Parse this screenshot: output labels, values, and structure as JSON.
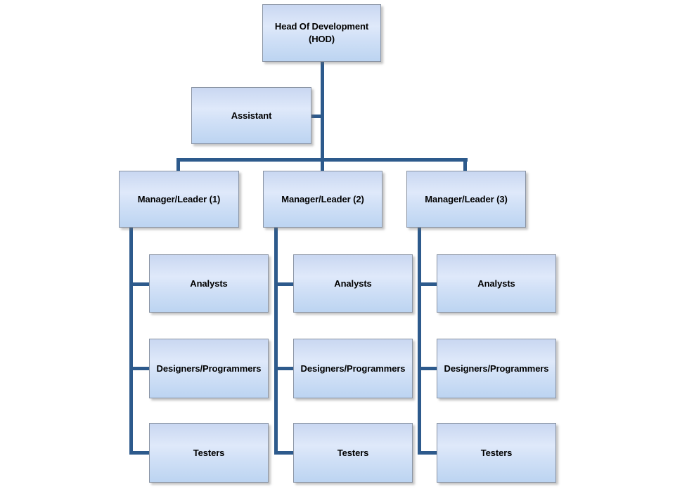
{
  "org_chart": {
    "root": {
      "line1": "Head Of Development",
      "line2": "(HOD)"
    },
    "assistant": {
      "label": "Assistant"
    },
    "columns": [
      {
        "manager": "Manager/Leader (1)",
        "children": [
          "Analysts",
          "Designers/Programmers",
          "Testers"
        ]
      },
      {
        "manager": "Manager/Leader (2)",
        "children": [
          "Analysts",
          "Designers/Programmers",
          "Testers"
        ]
      },
      {
        "manager": "Manager/Leader (3)",
        "children": [
          "Analysts",
          "Designers/Programmers",
          "Testers"
        ]
      }
    ],
    "colors": {
      "connector": "#2d5a8c",
      "node_border": "#8a94a4",
      "node_fill_top": "#c9d7f1",
      "node_fill_middle": "#e0eafa",
      "node_fill_bottom": "#bcd4f1",
      "text": "#000000",
      "background": "#ffffff"
    }
  }
}
